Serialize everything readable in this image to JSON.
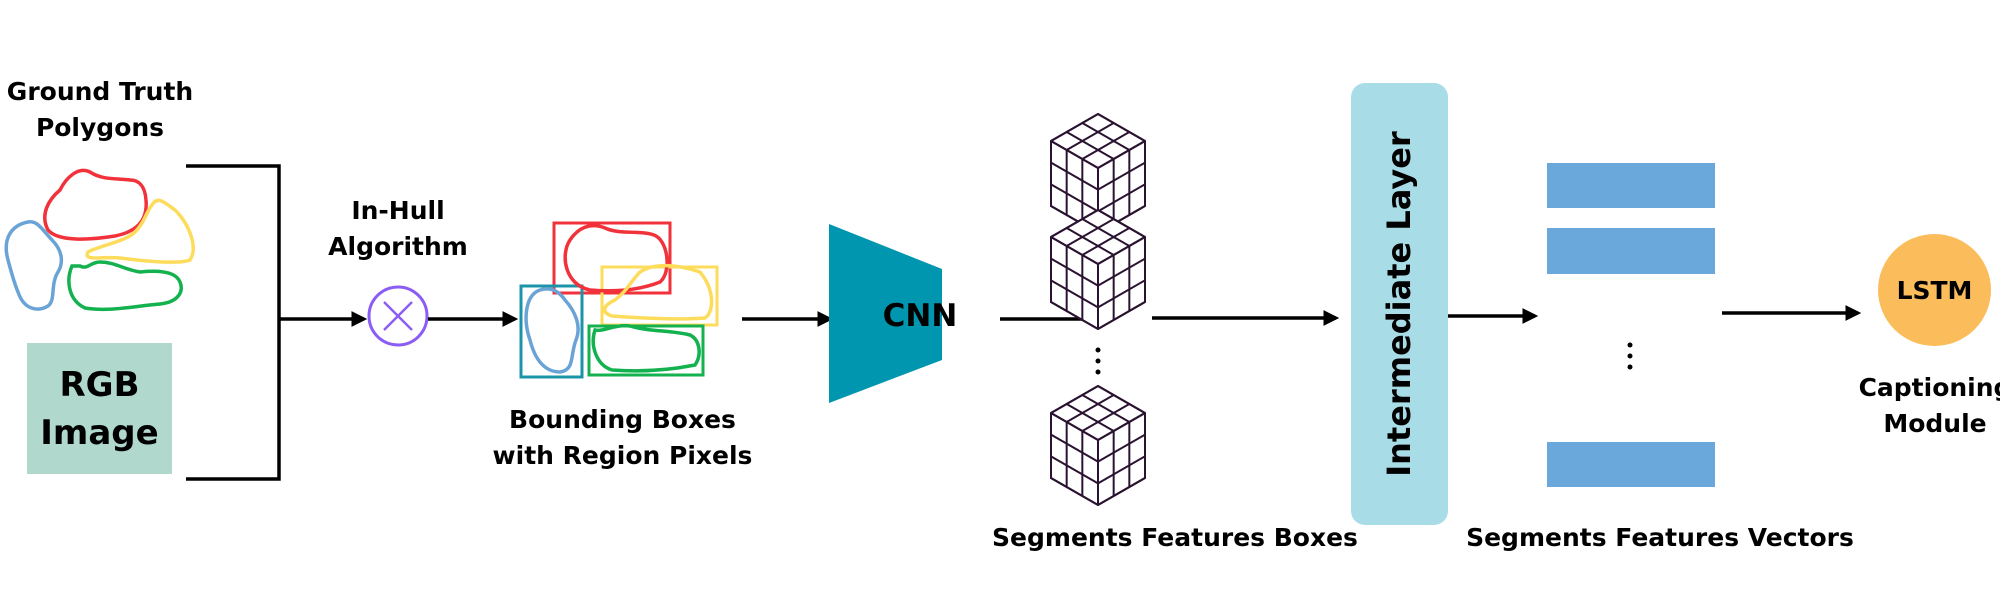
{
  "labels": {
    "ground_truth": "Ground Truth\nPolygons",
    "ground_truth_line1": "Ground Truth",
    "ground_truth_line2": "Polygons",
    "rgb_line1": "RGB",
    "rgb_line2": "Image",
    "inhull_line1": "In-Hull",
    "inhull_line2": "Algorithm",
    "bbox_line1": "Bounding Boxes",
    "bbox_line2": "with Region Pixels",
    "cnn": "CNN",
    "feature_boxes": "Segments Features Boxes",
    "intermediate": "Intermediate Layer",
    "feature_vectors": "Segments Features Vectors",
    "lstm": "LSTM",
    "captioning_line1": "Captioning",
    "captioning_line2": "Module"
  },
  "colors": {
    "polygon_red": "#f2323a",
    "polygon_yellow": "#fddc5c",
    "polygon_blue": "#6aa3d6",
    "polygon_green": "#14b14f",
    "bbox_teal": "#1b94a9",
    "operator_purple": "#8b5cf6",
    "cnn_teal": "#0096b0",
    "rgb_fill": "#b0d8cd",
    "intermediate_fill": "#a8dce6",
    "vector_fill": "#6aa7da",
    "lstm_fill": "#fbbd5c",
    "cube_stroke": "#2a1330"
  },
  "feature_boxes_count_shown": 3,
  "feature_vectors_count_shown": 3
}
